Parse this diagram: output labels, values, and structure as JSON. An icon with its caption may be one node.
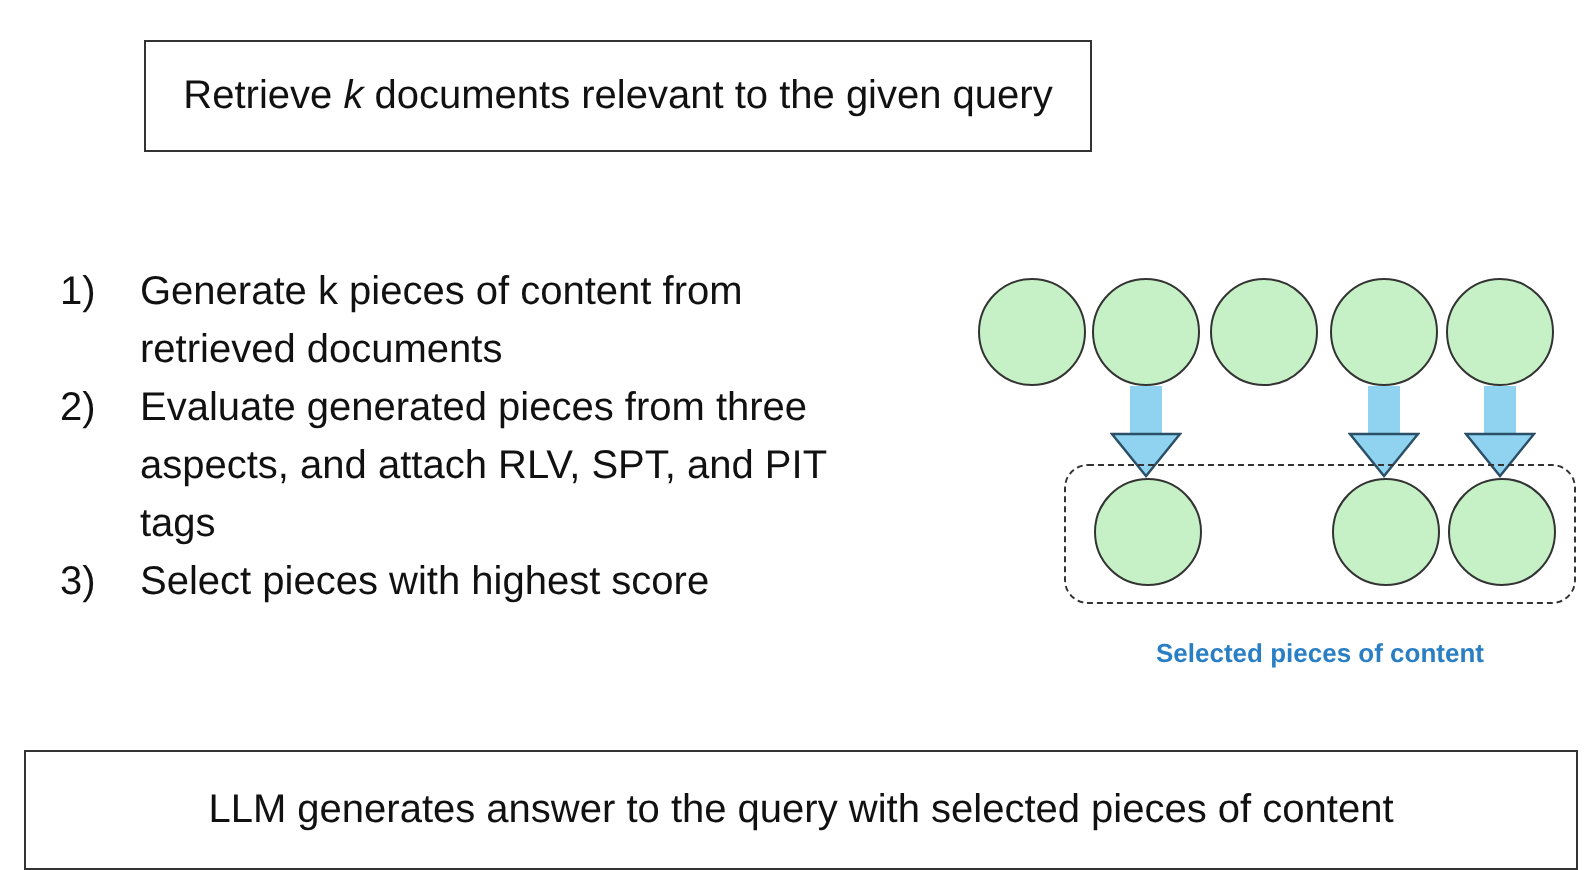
{
  "diagram": {
    "nodes": [
      {
        "text": [
          "Retrieve *k* documents relevant to the given query"
        ]
      },
      {
        "text": [
          "LLM generates answer to the query with selected pieces of content"
        ]
      },
      {
        "text": [],
        "shape": "circle"
      },
      {
        "text": [],
        "shape": "circle"
      },
      {
        "text": [],
        "shape": "circle"
      },
      {
        "text": [],
        "shape": "circle"
      },
      {
        "text": [],
        "shape": "circle"
      },
      {
        "text": [],
        "shape": "box",
        "beside": [
          "Selected pieces of content"
        ]
      },
      {
        "text": [],
        "shape": "circle",
        "in": 7
      },
      {
        "text": [],
        "shape": "circle",
        "in": 7
      },
      {
        "text": [],
        "shape": "circle",
        "in": 7
      }
    ],
    "edges": [
      {
        "from": 3,
        "to": 8,
        "arrow": "to"
      },
      {
        "from": 5,
        "to": 9,
        "arrow": "to"
      },
      {
        "from": 6,
        "to": 10,
        "arrow": "to"
      }
    ],
    "labels": [
      "1)",
      "Generate k pieces of content from retrieved documents",
      "2)",
      "Evaluate generated pieces from three aspects, and attach RLV, SPT, and PIT tags",
      "3)",
      "Select pieces with highest score"
    ]
  }
}
